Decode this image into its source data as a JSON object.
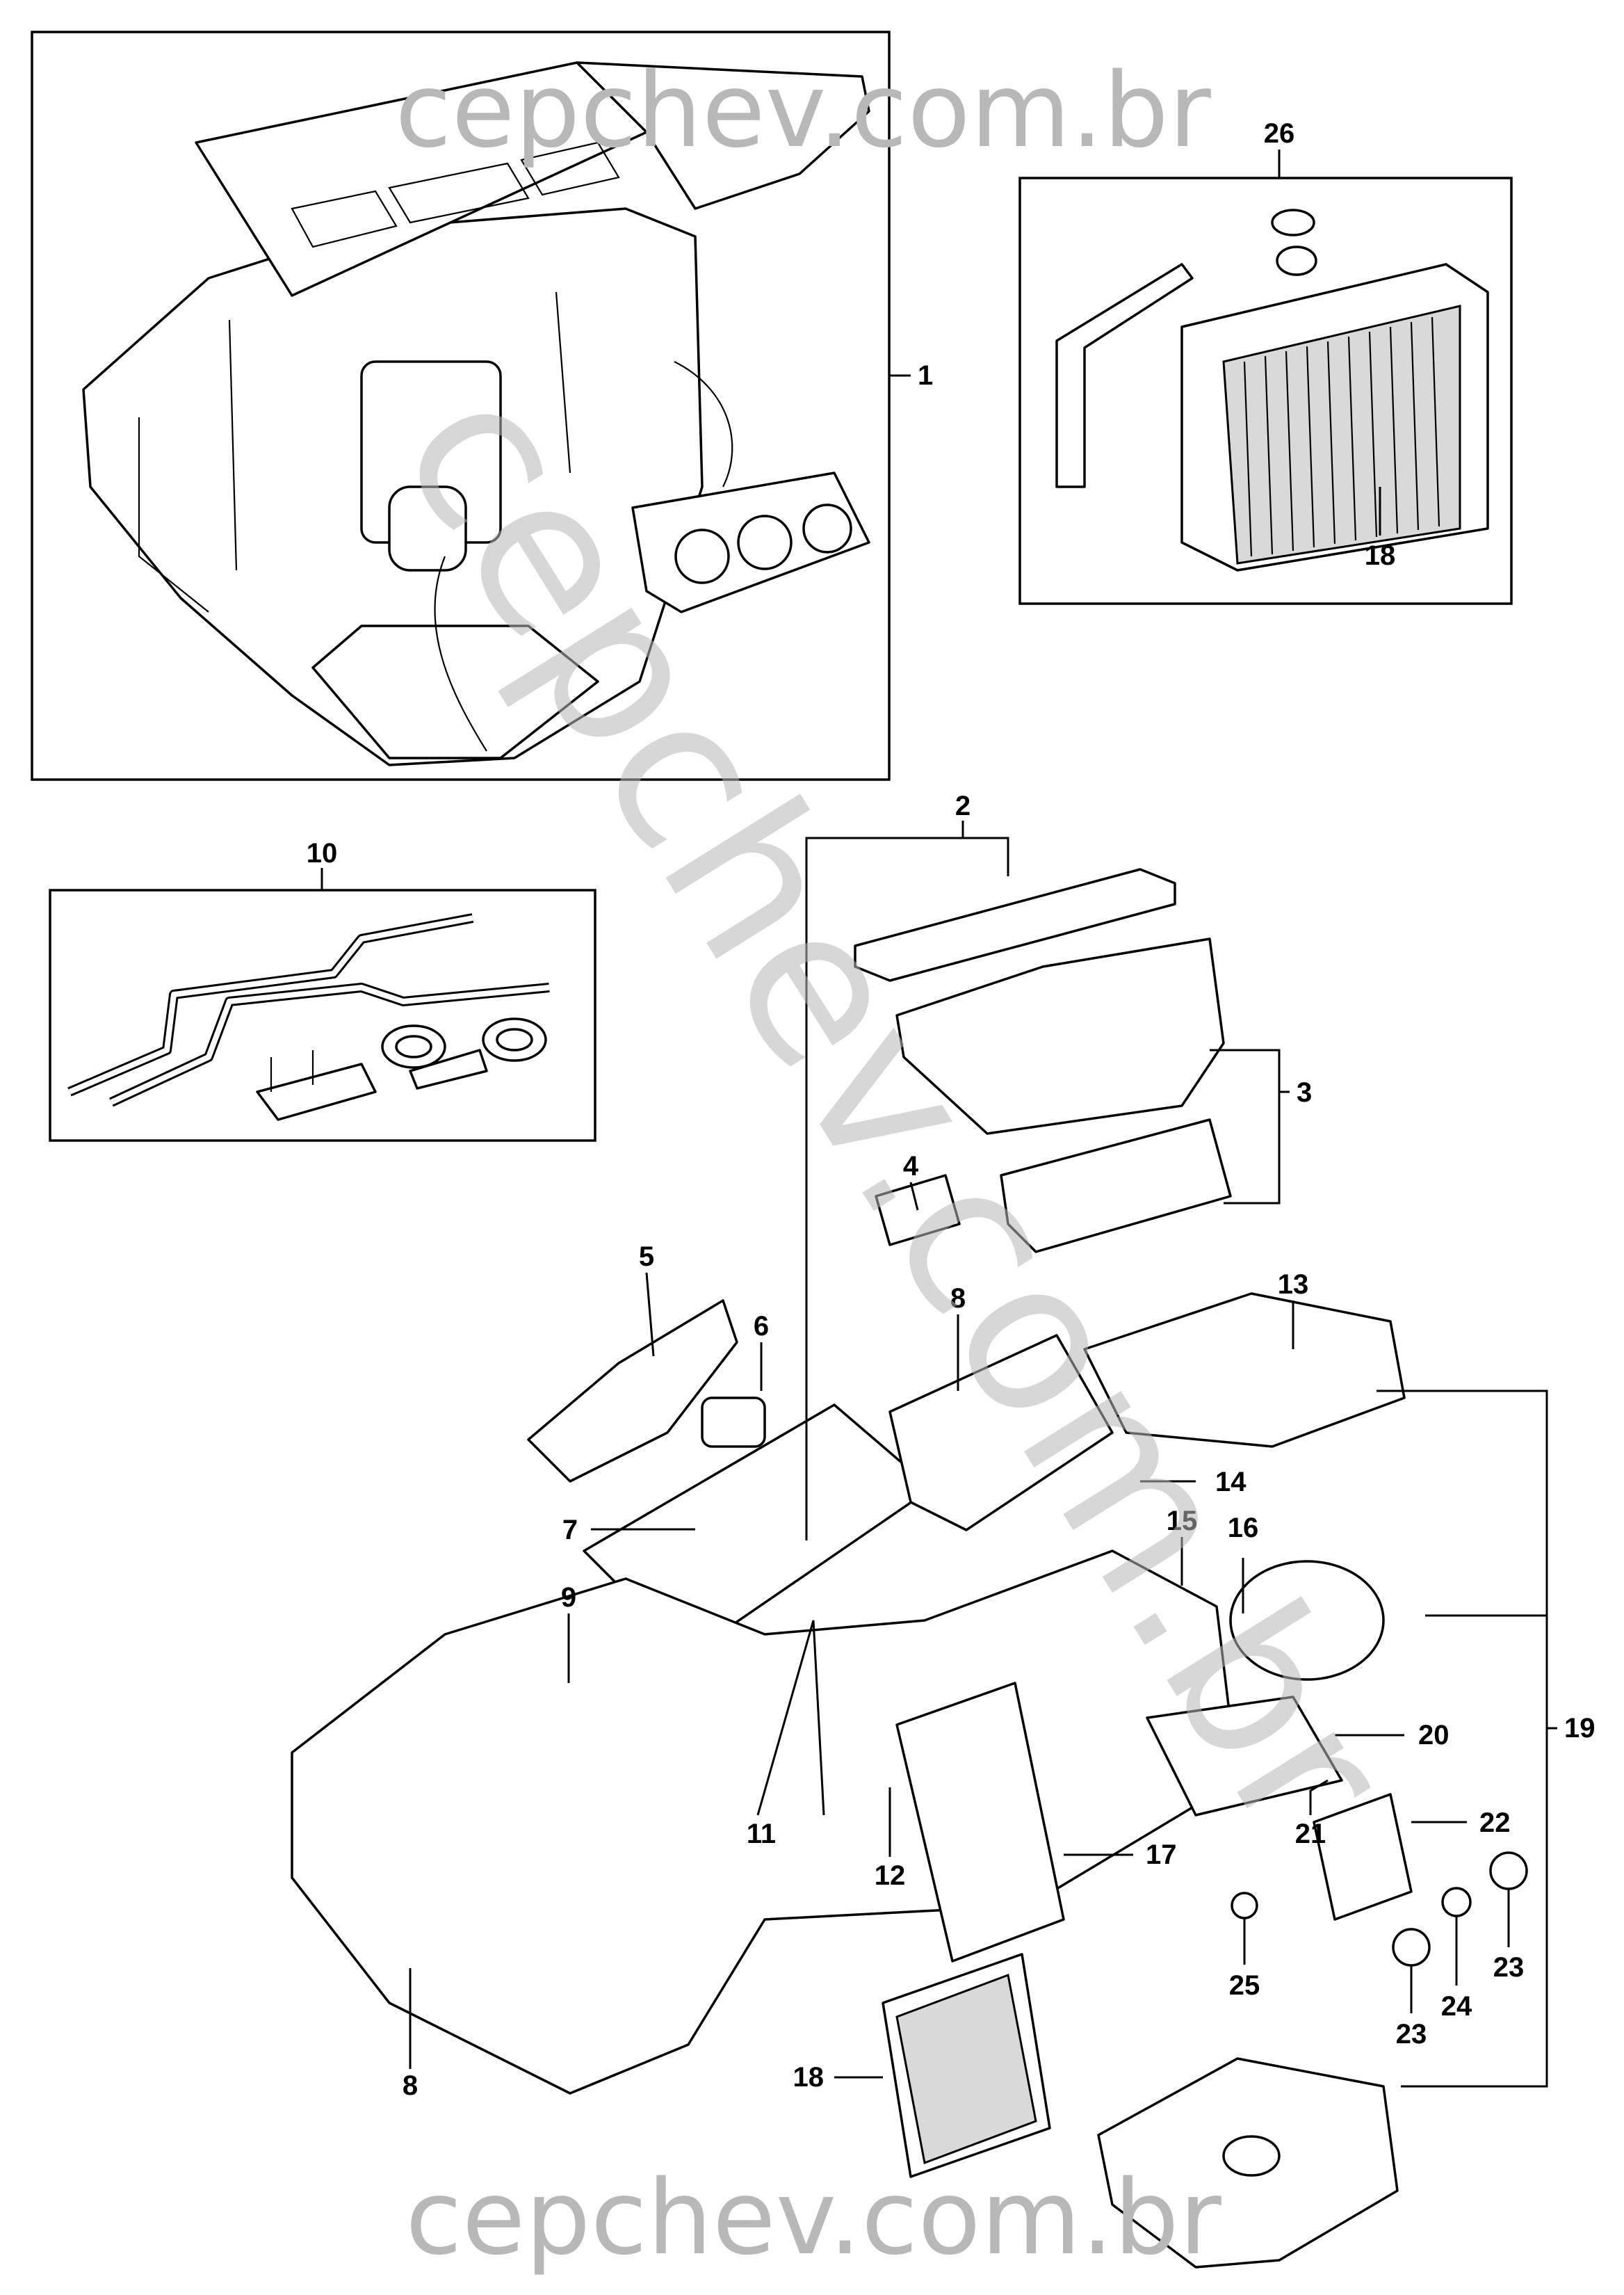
{
  "watermark": {
    "top": "cepchev.com.br",
    "diagonal": "cepchev.com.br",
    "bottom": "cepchev.com.br",
    "color": "#b8b8b8"
  },
  "callouts": {
    "c1": "1",
    "c2": "2",
    "c3": "3",
    "c4": "4",
    "c5": "5",
    "c6": "6",
    "c7": "7",
    "c8a": "8",
    "c8b": "8",
    "c9": "9",
    "c10": "10",
    "c11": "11",
    "c12": "12",
    "c13": "13",
    "c14": "14",
    "c15": "15",
    "c16": "16",
    "c17": "17",
    "c18a": "18",
    "c18b": "18",
    "c19": "19",
    "c20": "20",
    "c21": "21",
    "c22": "22",
    "c23a": "23",
    "c23b": "23",
    "c24": "24",
    "c25": "25",
    "c26": "26"
  }
}
